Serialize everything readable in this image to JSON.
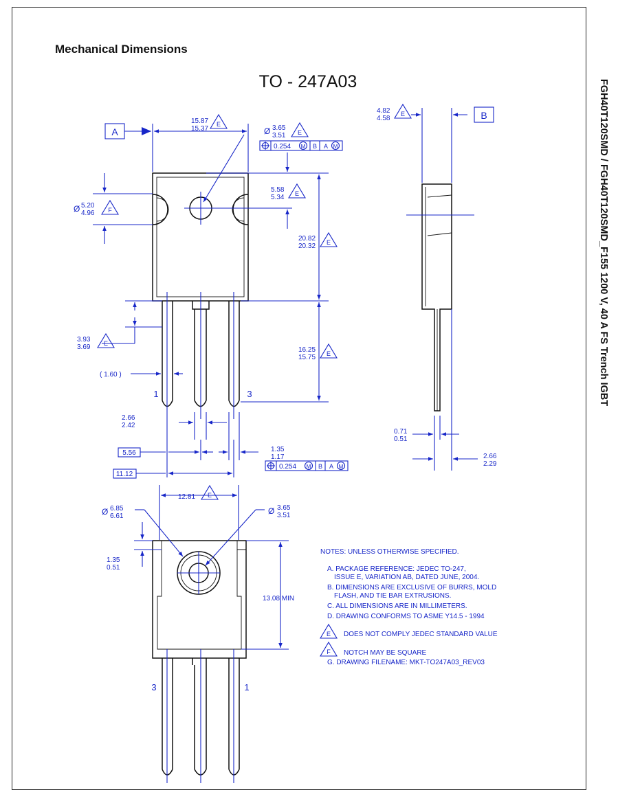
{
  "page": {
    "heading": "Mechanical Dimensions",
    "side_title": "FGH40T120SMD / FGH40T120SMD_F155 1200 V, 40 A FS Trench IGBT"
  },
  "drawing": {
    "package": "TO - 247A03",
    "datum_a": "A",
    "datum_b": "B",
    "flag_e": "E",
    "flag_f": "F",
    "fcf_m": "M",
    "fcf_b": "B",
    "fcf_a": "A",
    "fcf_tol": "0.254",
    "dia": "Ø",
    "front": {
      "w_max": "15.87",
      "w_min": "15.37",
      "hole_max": "3.65",
      "hole_min": "3.51",
      "hole_off_max": "5.58",
      "hole_off_min": "5.34",
      "notch_max": "5.20",
      "notch_min": "4.96",
      "body_max": "20.82",
      "body_min": "20.32",
      "lead_len_max": "16.25",
      "lead_len_min": "15.75",
      "lead_top_max": "3.93",
      "lead_top_min": "3.69",
      "lead_w": "( 1.60 )",
      "pin1": "1",
      "pin3": "3",
      "lead_w2_max": "2.66",
      "lead_w2_min": "2.42",
      "lead_thk_max": "1.35",
      "lead_thk_min": "1.17",
      "pitch": "5.56",
      "span": "11.12"
    },
    "side": {
      "thk_max": "4.82",
      "thk_min": "4.58",
      "lead_t_max": "0.71",
      "lead_t_min": "0.51",
      "tab_max": "2.66",
      "tab_min": "2.29"
    },
    "back": {
      "w": "12.81",
      "ring_max": "6.85",
      "ring_min": "6.61",
      "hole_max": "3.65",
      "hole_min": "3.51",
      "top_max": "1.35",
      "top_min": "0.51",
      "height": "13.08 MIN",
      "pin3": "3",
      "pin1": "1"
    }
  },
  "notes": {
    "title": "NOTES: UNLESS OTHERWISE SPECIFIED.",
    "a1": "A.  PACKAGE REFERENCE: JEDEC TO-247,",
    "a2": "ISSUE E, VARIATION AB, DATED JUNE, 2004.",
    "b1": "B.  DIMENSIONS ARE EXCLUSIVE OF BURRS, MOLD",
    "b2": "FLASH, AND TIE BAR EXTRUSIONS.",
    "c": "C.  ALL DIMENSIONS ARE IN MILLIMETERS.",
    "d": "D.  DRAWING CONFORMS TO ASME Y14.5 - 1994",
    "e": "DOES NOT COMPLY JEDEC STANDARD VALUE",
    "f": "NOTCH MAY BE SQUARE",
    "g": "G.  DRAWING FILENAME: MKT-TO247A03_REV03"
  }
}
